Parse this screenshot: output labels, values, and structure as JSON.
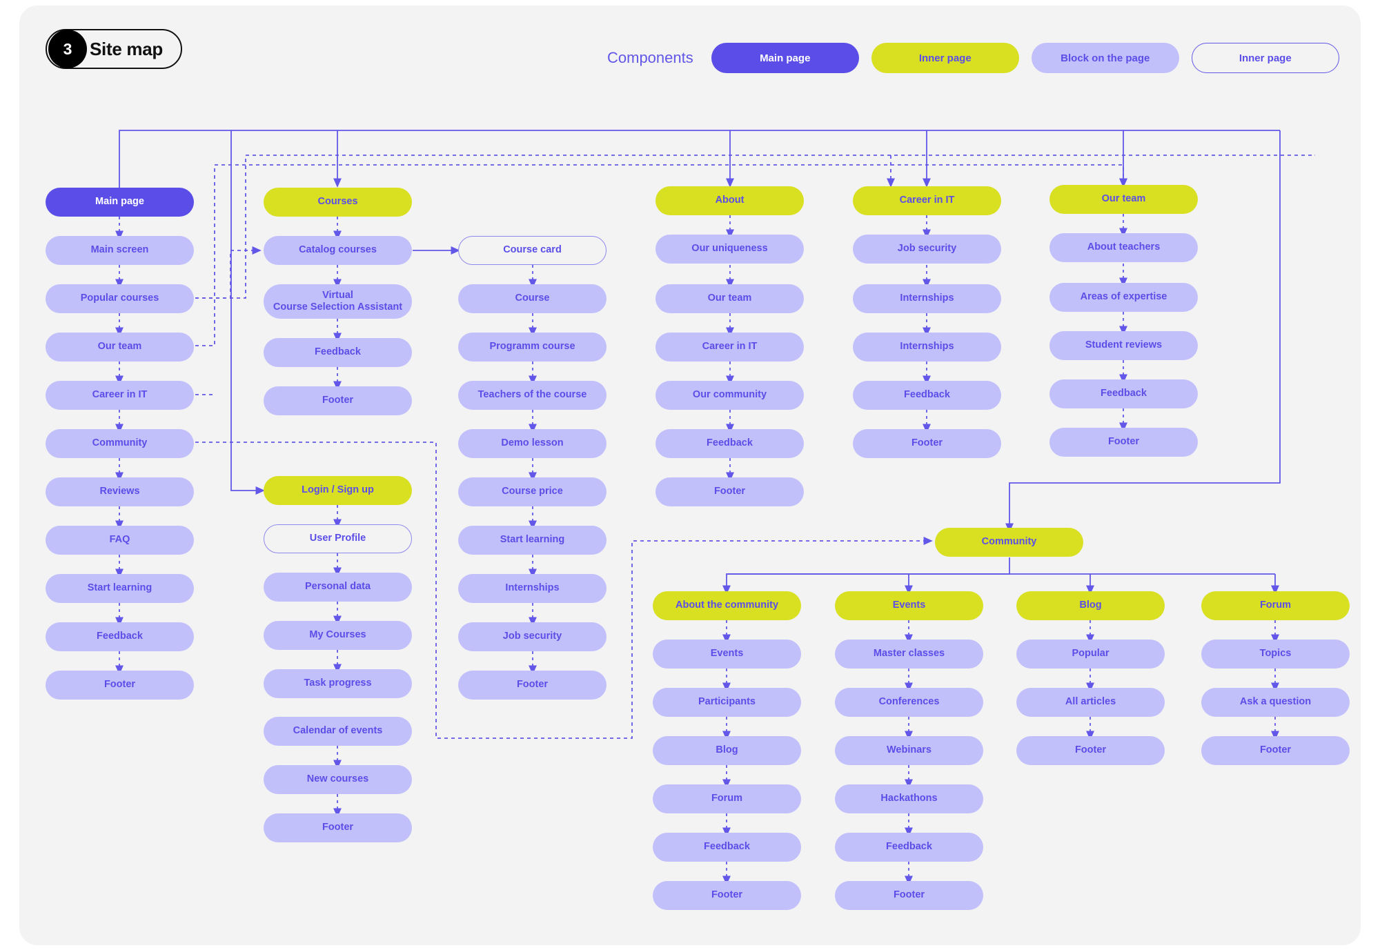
{
  "header": {
    "badge_number": "3",
    "title": "Site map",
    "legend_label": "Components",
    "legend": [
      {
        "label": "Main page",
        "type": "main"
      },
      {
        "label": "Inner page",
        "type": "inner"
      },
      {
        "label": "Block on the page",
        "type": "block"
      },
      {
        "label": "Inner page",
        "type": "outline"
      }
    ]
  },
  "colors": {
    "canvas": "#f3f3f3",
    "main_page": "#5b4ee8",
    "inner_page": "#d8e021",
    "block_on_page": "#c2c0fb",
    "accent_text": "#5b4ee8",
    "connector": "#6257e8"
  },
  "columns": {
    "main_page": [
      "Main page",
      "Main screen",
      "Popular courses",
      "Our team",
      "Career in IT",
      "Community",
      "Reviews",
      "FAQ",
      "Start learning",
      "Feedback",
      "Footer"
    ],
    "courses": [
      "Courses",
      "Catalog courses",
      "Virtual\nCourse Selection Assistant",
      "Feedback",
      "Footer"
    ],
    "login": [
      "Login / Sign up",
      "User Profile",
      "Personal data",
      "My Courses",
      "Task progress",
      "Calendar of events",
      "New courses",
      "Footer"
    ],
    "course_card": [
      "Course card",
      "Course",
      "Programm course",
      "Teachers of the course",
      "Demo lesson",
      "Course price",
      "Start learning",
      "Internships",
      "Job security",
      "Footer"
    ],
    "about": [
      "About",
      "Our uniqueness",
      "Our team",
      "Career in IT",
      "Our community",
      "Feedback",
      "Footer"
    ],
    "career_in_it": [
      "Career in IT",
      "Job security",
      "Internships",
      "Internships",
      "Feedback",
      "Footer"
    ],
    "our_team": [
      "Our team",
      "About teachers",
      "Areas of expertise",
      "Student reviews",
      "Feedback",
      "Footer"
    ],
    "community_root": "Community",
    "about_the_community": [
      "About the community",
      "Events",
      "Participants",
      "Blog",
      "Forum",
      "Feedback",
      "Footer"
    ],
    "events": [
      "Events",
      "Master classes",
      "Conferences",
      "Webinars",
      "Hackathons",
      "Feedback",
      "Footer"
    ],
    "blog": [
      "Blog",
      "Popular",
      "All articles",
      "Footer"
    ],
    "forum": [
      "Forum",
      "Topics",
      "Ask a question",
      "Footer"
    ]
  }
}
